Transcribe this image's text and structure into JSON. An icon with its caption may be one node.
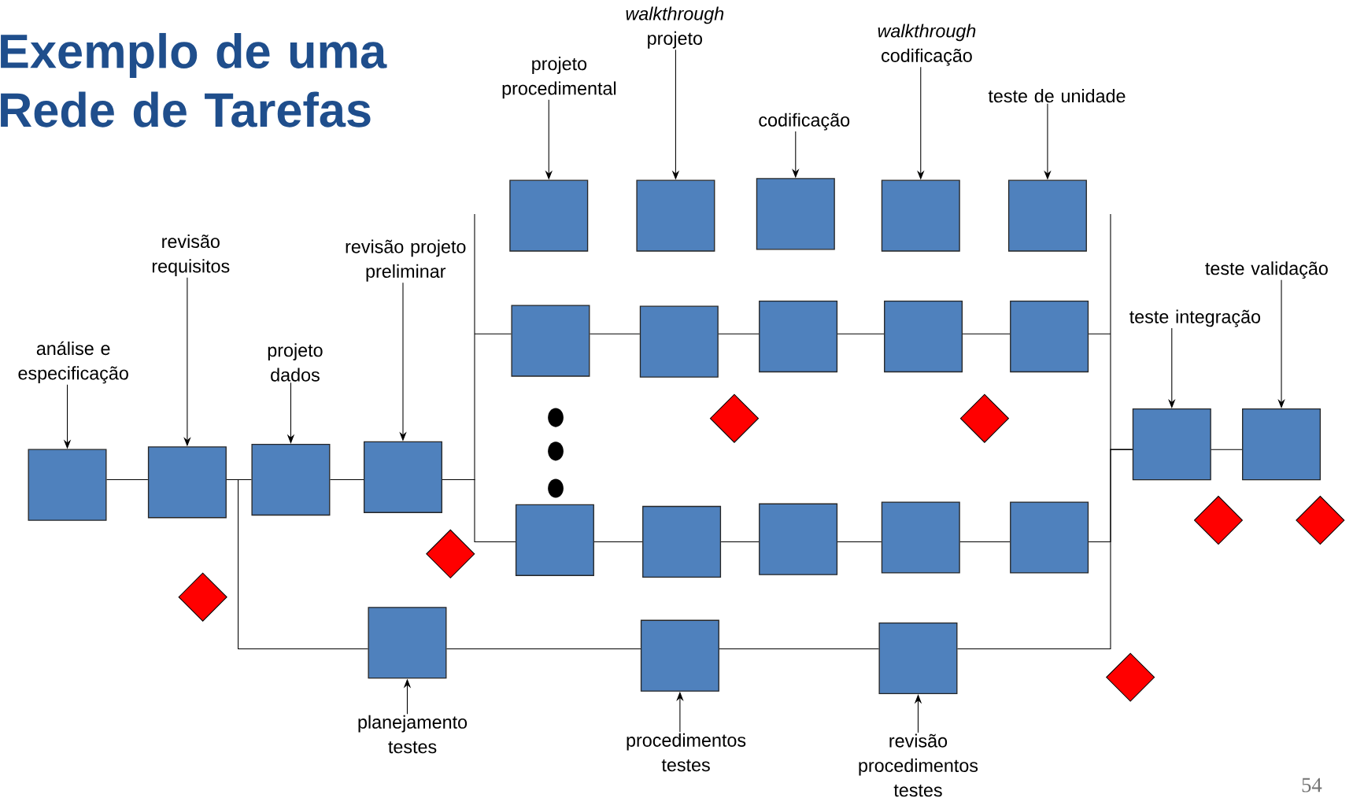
{
  "diagram": {
    "title": "Exemplo de uma Rede de Tarefas",
    "nodes": [
      {
        "text": [
          "análise e especificação"
        ]
      },
      {
        "text": [],
        "shape": "box"
      },
      {
        "text": [
          "revisão requisitos"
        ]
      },
      {
        "text": [],
        "shape": "box"
      },
      {
        "text": [
          "projeto dados"
        ]
      },
      {
        "text": [],
        "shape": "box"
      },
      {
        "text": [
          "revisão projeto preliminar"
        ]
      },
      {
        "text": [],
        "shape": "box"
      },
      {
        "text": [
          "projeto procedimental"
        ]
      },
      {
        "text": [
          "*walkthrough* projeto"
        ]
      },
      {
        "text": [
          "codificação"
        ]
      },
      {
        "text": [
          "*walkthrough* codificação"
        ]
      },
      {
        "text": [
          "teste de unidade"
        ]
      },
      {
        "text": [],
        "shape": "box"
      },
      {
        "text": [],
        "shape": "box"
      },
      {
        "text": [],
        "shape": "box"
      },
      {
        "text": [],
        "shape": "box"
      },
      {
        "text": [],
        "shape": "box"
      },
      {
        "text": [],
        "shape": "box"
      },
      {
        "text": [],
        "shape": "box"
      },
      {
        "text": [],
        "shape": "box"
      },
      {
        "text": [],
        "shape": "box"
      },
      {
        "text": [],
        "shape": "box"
      },
      {
        "text": [],
        "shape": "box"
      },
      {
        "text": [],
        "shape": "box"
      },
      {
        "text": [],
        "shape": "box"
      },
      {
        "text": [],
        "shape": "box"
      },
      {
        "text": [],
        "shape": "box"
      },
      {
        "text": [
          "planejamento testes"
        ]
      },
      {
        "text": [],
        "shape": "box"
      },
      {
        "text": [
          "procedimentos testes"
        ]
      },
      {
        "text": [],
        "shape": "box"
      },
      {
        "text": [
          "revisão procedimentos testes"
        ]
      },
      {
        "text": [],
        "shape": "box"
      },
      {
        "text": [
          "teste integração"
        ]
      },
      {
        "text": [
          "teste validação"
        ]
      },
      {
        "text": [],
        "shape": "box"
      },
      {
        "text": [],
        "shape": "box"
      },
      {
        "text": [],
        "shape": "diamond"
      },
      {
        "text": [],
        "shape": "diamond"
      },
      {
        "text": [],
        "shape": "diamond"
      },
      {
        "text": [],
        "shape": "diamond"
      },
      {
        "text": [],
        "shape": "diamond"
      },
      {
        "text": [],
        "shape": "diamond"
      },
      {
        "text": [],
        "shape": "diamond"
      }
    ],
    "edges": [
      {
        "from": 0,
        "to": 1,
        "arrow": "to"
      },
      {
        "from": 2,
        "to": 3,
        "arrow": "to"
      },
      {
        "from": 4,
        "to": 5,
        "arrow": "to"
      },
      {
        "from": 6,
        "to": 7,
        "arrow": "to"
      },
      {
        "from": 8,
        "to": 13,
        "arrow": "to"
      },
      {
        "from": 9,
        "to": 14,
        "arrow": "to"
      },
      {
        "from": 10,
        "to": 15,
        "arrow": "to"
      },
      {
        "from": 11,
        "to": 16,
        "arrow": "to"
      },
      {
        "from": 12,
        "to": 17,
        "arrow": "to"
      },
      {
        "from": 1,
        "to": 3,
        "arrow": "none"
      },
      {
        "from": 3,
        "to": 5,
        "arrow": "none"
      },
      {
        "from": 5,
        "to": 7,
        "arrow": "none"
      },
      {
        "from": 7,
        "to": 18,
        "arrow": "none"
      },
      {
        "from": 7,
        "to": 23,
        "arrow": "none"
      },
      {
        "from": 18,
        "to": 19,
        "arrow": "none"
      },
      {
        "from": 19,
        "to": 20,
        "arrow": "none"
      },
      {
        "from": 20,
        "to": 21,
        "arrow": "none"
      },
      {
        "from": 21,
        "to": 22,
        "arrow": "none"
      },
      {
        "from": 23,
        "to": 24,
        "arrow": "none"
      },
      {
        "from": 24,
        "to": 25,
        "arrow": "none"
      },
      {
        "from": 25,
        "to": 26,
        "arrow": "none"
      },
      {
        "from": 26,
        "to": 27,
        "arrow": "none"
      },
      {
        "from": 3,
        "to": 29,
        "arrow": "none"
      },
      {
        "from": 29,
        "to": 31,
        "arrow": "none"
      },
      {
        "from": 31,
        "to": 33,
        "arrow": "none"
      },
      {
        "from": 22,
        "to": 36,
        "arrow": "none"
      },
      {
        "from": 27,
        "to": 36,
        "arrow": "none"
      },
      {
        "from": 33,
        "to": 36,
        "arrow": "none"
      },
      {
        "from": 36,
        "to": 37,
        "arrow": "none"
      },
      {
        "from": 28,
        "to": 29,
        "arrow": "to"
      },
      {
        "from": 30,
        "to": 31,
        "arrow": "to"
      },
      {
        "from": 32,
        "to": 33,
        "arrow": "to"
      },
      {
        "from": 34,
        "to": 36,
        "arrow": "to"
      },
      {
        "from": 35,
        "to": 37,
        "arrow": "to"
      }
    ],
    "labels": [
      "54"
    ]
  }
}
